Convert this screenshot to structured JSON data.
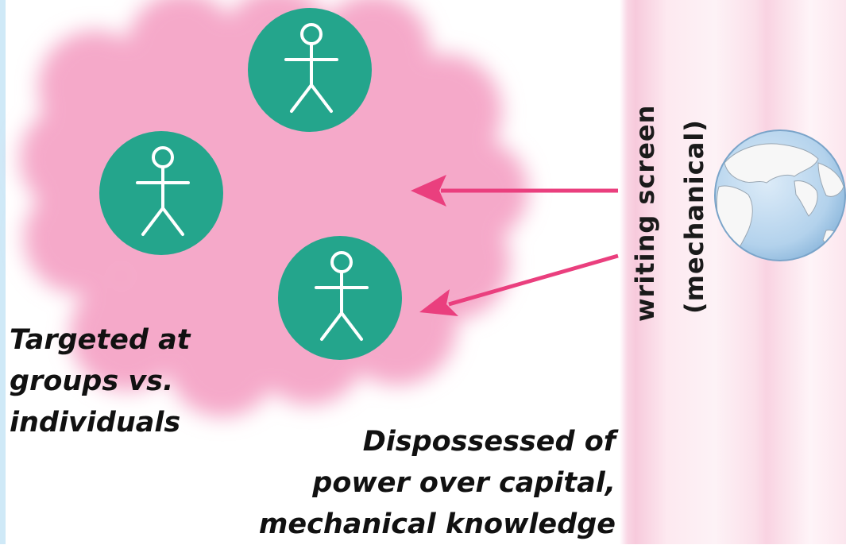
{
  "labels": {
    "screen_line1": "writing screen",
    "screen_line2": "(mechanical)"
  },
  "captions": {
    "left": [
      "Targeted at",
      "groups vs.",
      "individuals"
    ],
    "right": [
      "Dispossessed of",
      "power over capital,",
      "mechanical knowledge"
    ]
  },
  "colors": {
    "cloud": "#f5a9c9",
    "person_circle": "#24a58c",
    "arrow": "#ea3f7e",
    "screen_band": "#f9d3e2",
    "globe_ocean": "#b9d6ee",
    "globe_land": "#f7f7f7"
  },
  "icons": [
    "person-icon",
    "person-icon",
    "person-icon",
    "globe-icon",
    "arrow-icon",
    "arrow-icon"
  ]
}
